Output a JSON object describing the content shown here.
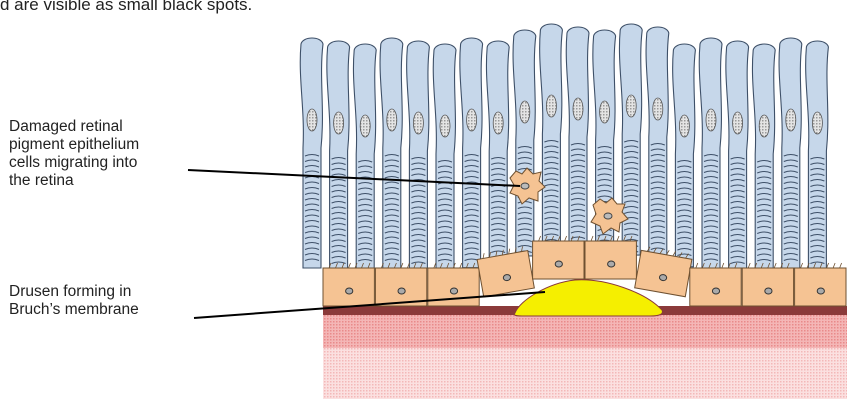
{
  "caption": {
    "text": "d are visible as small black spots."
  },
  "labels": {
    "rpe_migration": {
      "lines": [
        "Damaged retinal",
        "pigment epithelium",
        "cells migrating into",
        "the retina"
      ]
    },
    "drusen": {
      "lines": [
        "Drusen forming in",
        "Bruch’s membrane"
      ]
    }
  },
  "colors": {
    "photoreceptor_fill": "#c6d7ea",
    "photoreceptor_stroke": "#3e5068",
    "rpe_cell": "#f5c393",
    "rpe_stroke": "#6e5030",
    "bruch_membrane": "#8b3a3a",
    "drusen": "#f5ef00",
    "choroid_dark": "#f2a8a8",
    "choroid_light": "#f9d3d3"
  }
}
